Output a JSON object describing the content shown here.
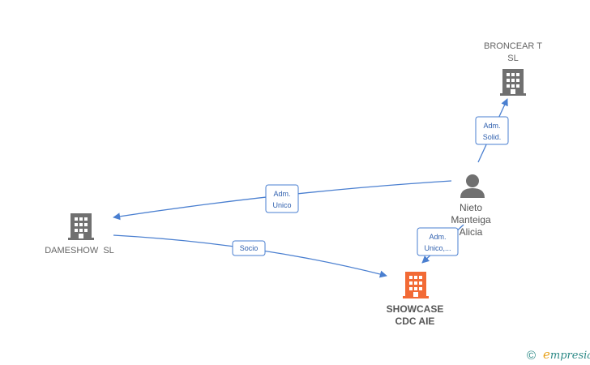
{
  "nodes": {
    "broncear": {
      "label_line1": "BRONCEAR T",
      "label_line2": "SL",
      "icon": "building-icon",
      "color": "#707070"
    },
    "dameshow": {
      "label": "DAMESHOW  SL",
      "icon": "building-icon",
      "color": "#707070"
    },
    "showcase": {
      "label_line1": "SHOWCASE",
      "label_line2": "CDC AIE",
      "icon": "building-icon",
      "color": "#f26a35"
    },
    "person": {
      "label_line1": "Nieto",
      "label_line2": "Manteiga",
      "label_line3": "Alicia",
      "icon": "person-icon",
      "color": "#707070"
    }
  },
  "edges": {
    "adm_solid": {
      "line1": "Adm.",
      "line2": "Solid."
    },
    "adm_unico": {
      "line1": "Adm.",
      "line2": "Unico"
    },
    "adm_unico_more": {
      "line1": "Adm.",
      "line2": "Unico,..."
    },
    "socio": {
      "label": "Socio"
    }
  },
  "edge_color": "#4a7fd0",
  "watermark": {
    "symbol": "©",
    "brand_initial": "e",
    "brand_rest": "mpresia"
  }
}
